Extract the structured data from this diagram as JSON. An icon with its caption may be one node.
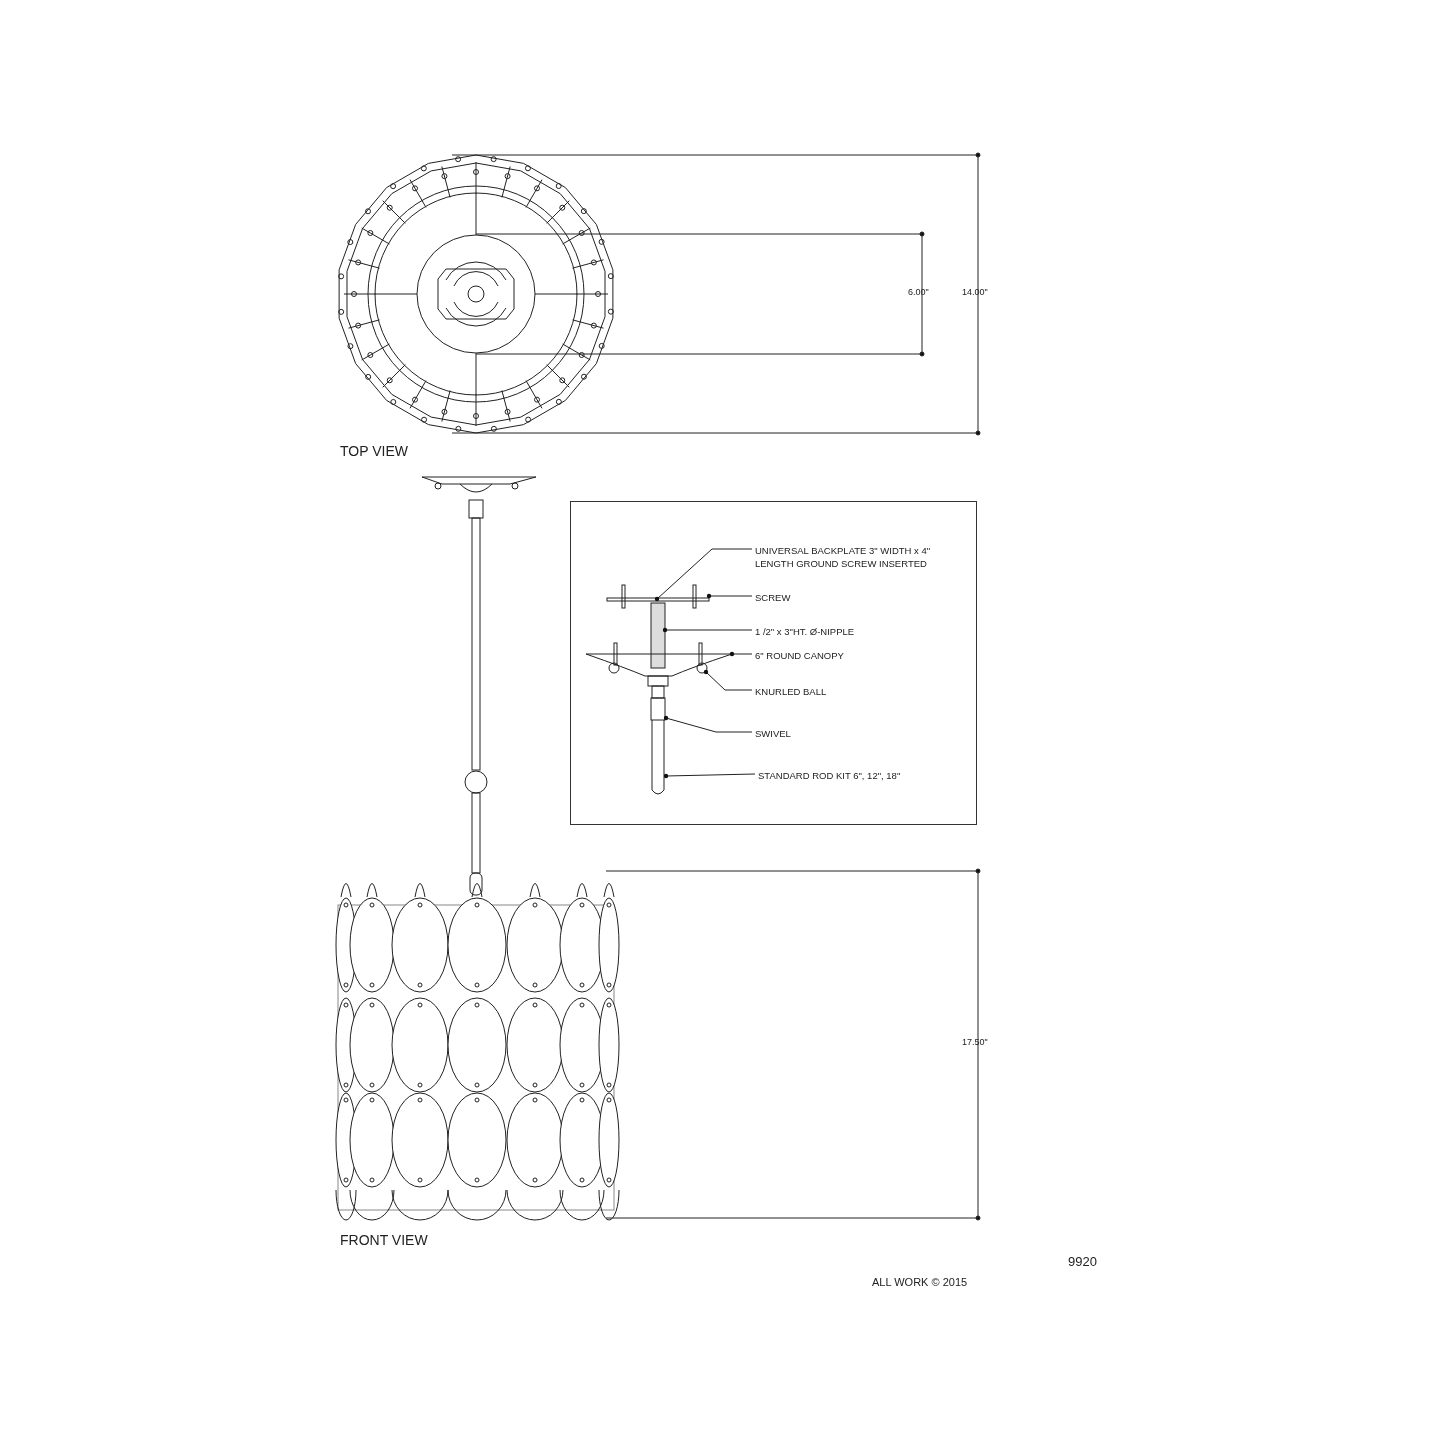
{
  "diagram": {
    "nodes": [
      {
        "text": [],
        "shape": "box"
      },
      {
        "text": [
          "UNIVERSAL BACKPLATE 3\" WIDTH x 4\" LENGTH GROUND SCREW INSERTED"
        ],
        "in": 0
      },
      {
        "text": [
          "SCREW"
        ],
        "in": 0
      },
      {
        "text": [
          "1 /2\" x 3\"HT. Ø-NIPPLE"
        ],
        "in": 0
      },
      {
        "text": [
          "6\" ROUND CANOPY"
        ],
        "in": 0
      },
      {
        "text": [
          "KNURLED BALL"
        ],
        "in": 0
      },
      {
        "text": [
          "SWIVEL"
        ],
        "in": 0
      },
      {
        "text": [
          "STANDARD ROD KIT 6\", 12\", 18\""
        ],
        "in": 0
      },
      {
        "text": [],
        "shape": "picture",
        "in": 0
      }
    ],
    "edges": [
      {
        "from": 1,
        "to": 8,
        "arrow": "other"
      },
      {
        "from": 2,
        "to": 8,
        "arrow": "other"
      },
      {
        "from": 3,
        "to": 8,
        "arrow": "other"
      },
      {
        "from": 4,
        "to": 8,
        "arrow": "other"
      },
      {
        "from": 5,
        "to": 8,
        "arrow": "other"
      },
      {
        "from": 6,
        "to": 8,
        "arrow": "other"
      },
      {
        "from": 7,
        "to": 8,
        "arrow": "other"
      }
    ],
    "labels": [
      "6.00\"",
      "14.00\"",
      "TOP VIEW",
      "17.50\"",
      "FRONT VIEW",
      "9920",
      "ALL WORK © 2015"
    ]
  }
}
